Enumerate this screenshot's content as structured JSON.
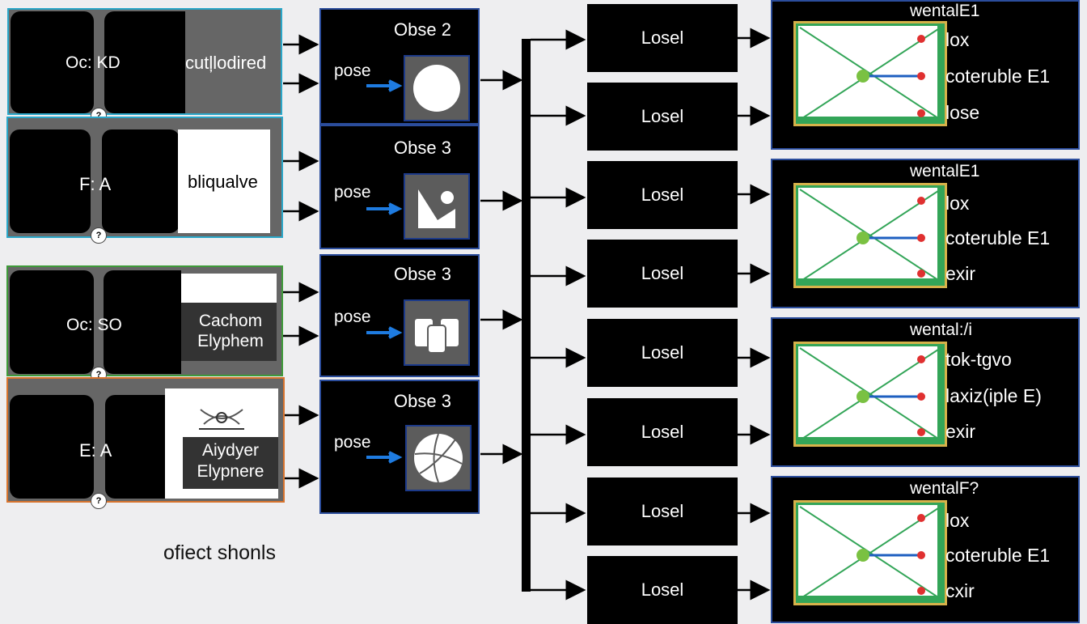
{
  "inputs": [
    {
      "left_label": "Oc: KD",
      "right_label": "cutļlodired"
    },
    {
      "left_label": "F: A",
      "right_label": "bliqualve"
    },
    {
      "left_label": "Oc: SO",
      "right_label": "Cachom Elyphem"
    },
    {
      "left_label": "E: A",
      "right_label": "Aiydyer Elypnere"
    }
  ],
  "question_mark": "?",
  "observers": [
    {
      "title": "Obse 2",
      "pose": "pose",
      "icon": "circle-icon"
    },
    {
      "title": "Obse 3",
      "pose": "pose",
      "icon": "shapes-icon"
    },
    {
      "title": "Obse 3",
      "pose": "pose",
      "icon": "blocks-icon"
    },
    {
      "title": "Obse 3",
      "pose": "pose",
      "icon": "ball-icon"
    }
  ],
  "losel_labels": [
    "Losel",
    "Losel",
    "Losel",
    "Losel",
    "Losel",
    "Losel",
    "Losel",
    "Losel"
  ],
  "outputs": [
    {
      "title": "wentalE1",
      "labels": [
        "lox",
        "coteruble E1",
        "lose"
      ]
    },
    {
      "title": "wentalE1",
      "labels": [
        "lox",
        "coteruble E1",
        "exir"
      ]
    },
    {
      "title": "wental:/i",
      "labels": [
        "tok-tgvo",
        "laxiz(iple E)",
        "exir"
      ]
    },
    {
      "title": "wentalF?",
      "labels": [
        "lox",
        "coteruble E1",
        "cxir"
      ]
    }
  ],
  "footer_label": "ofiect shonls",
  "colors": {
    "background": "#eeeef0",
    "input_border_1": "#2aa7c9",
    "input_border_2": "#2aa7c9",
    "input_border_3": "#3f9a3a",
    "input_border_4": "#d8742e",
    "box_border": "#2b4d9c",
    "arrow_blue": "#1e7be0",
    "node_green": "#7ac142",
    "node_red": "#e03030"
  }
}
